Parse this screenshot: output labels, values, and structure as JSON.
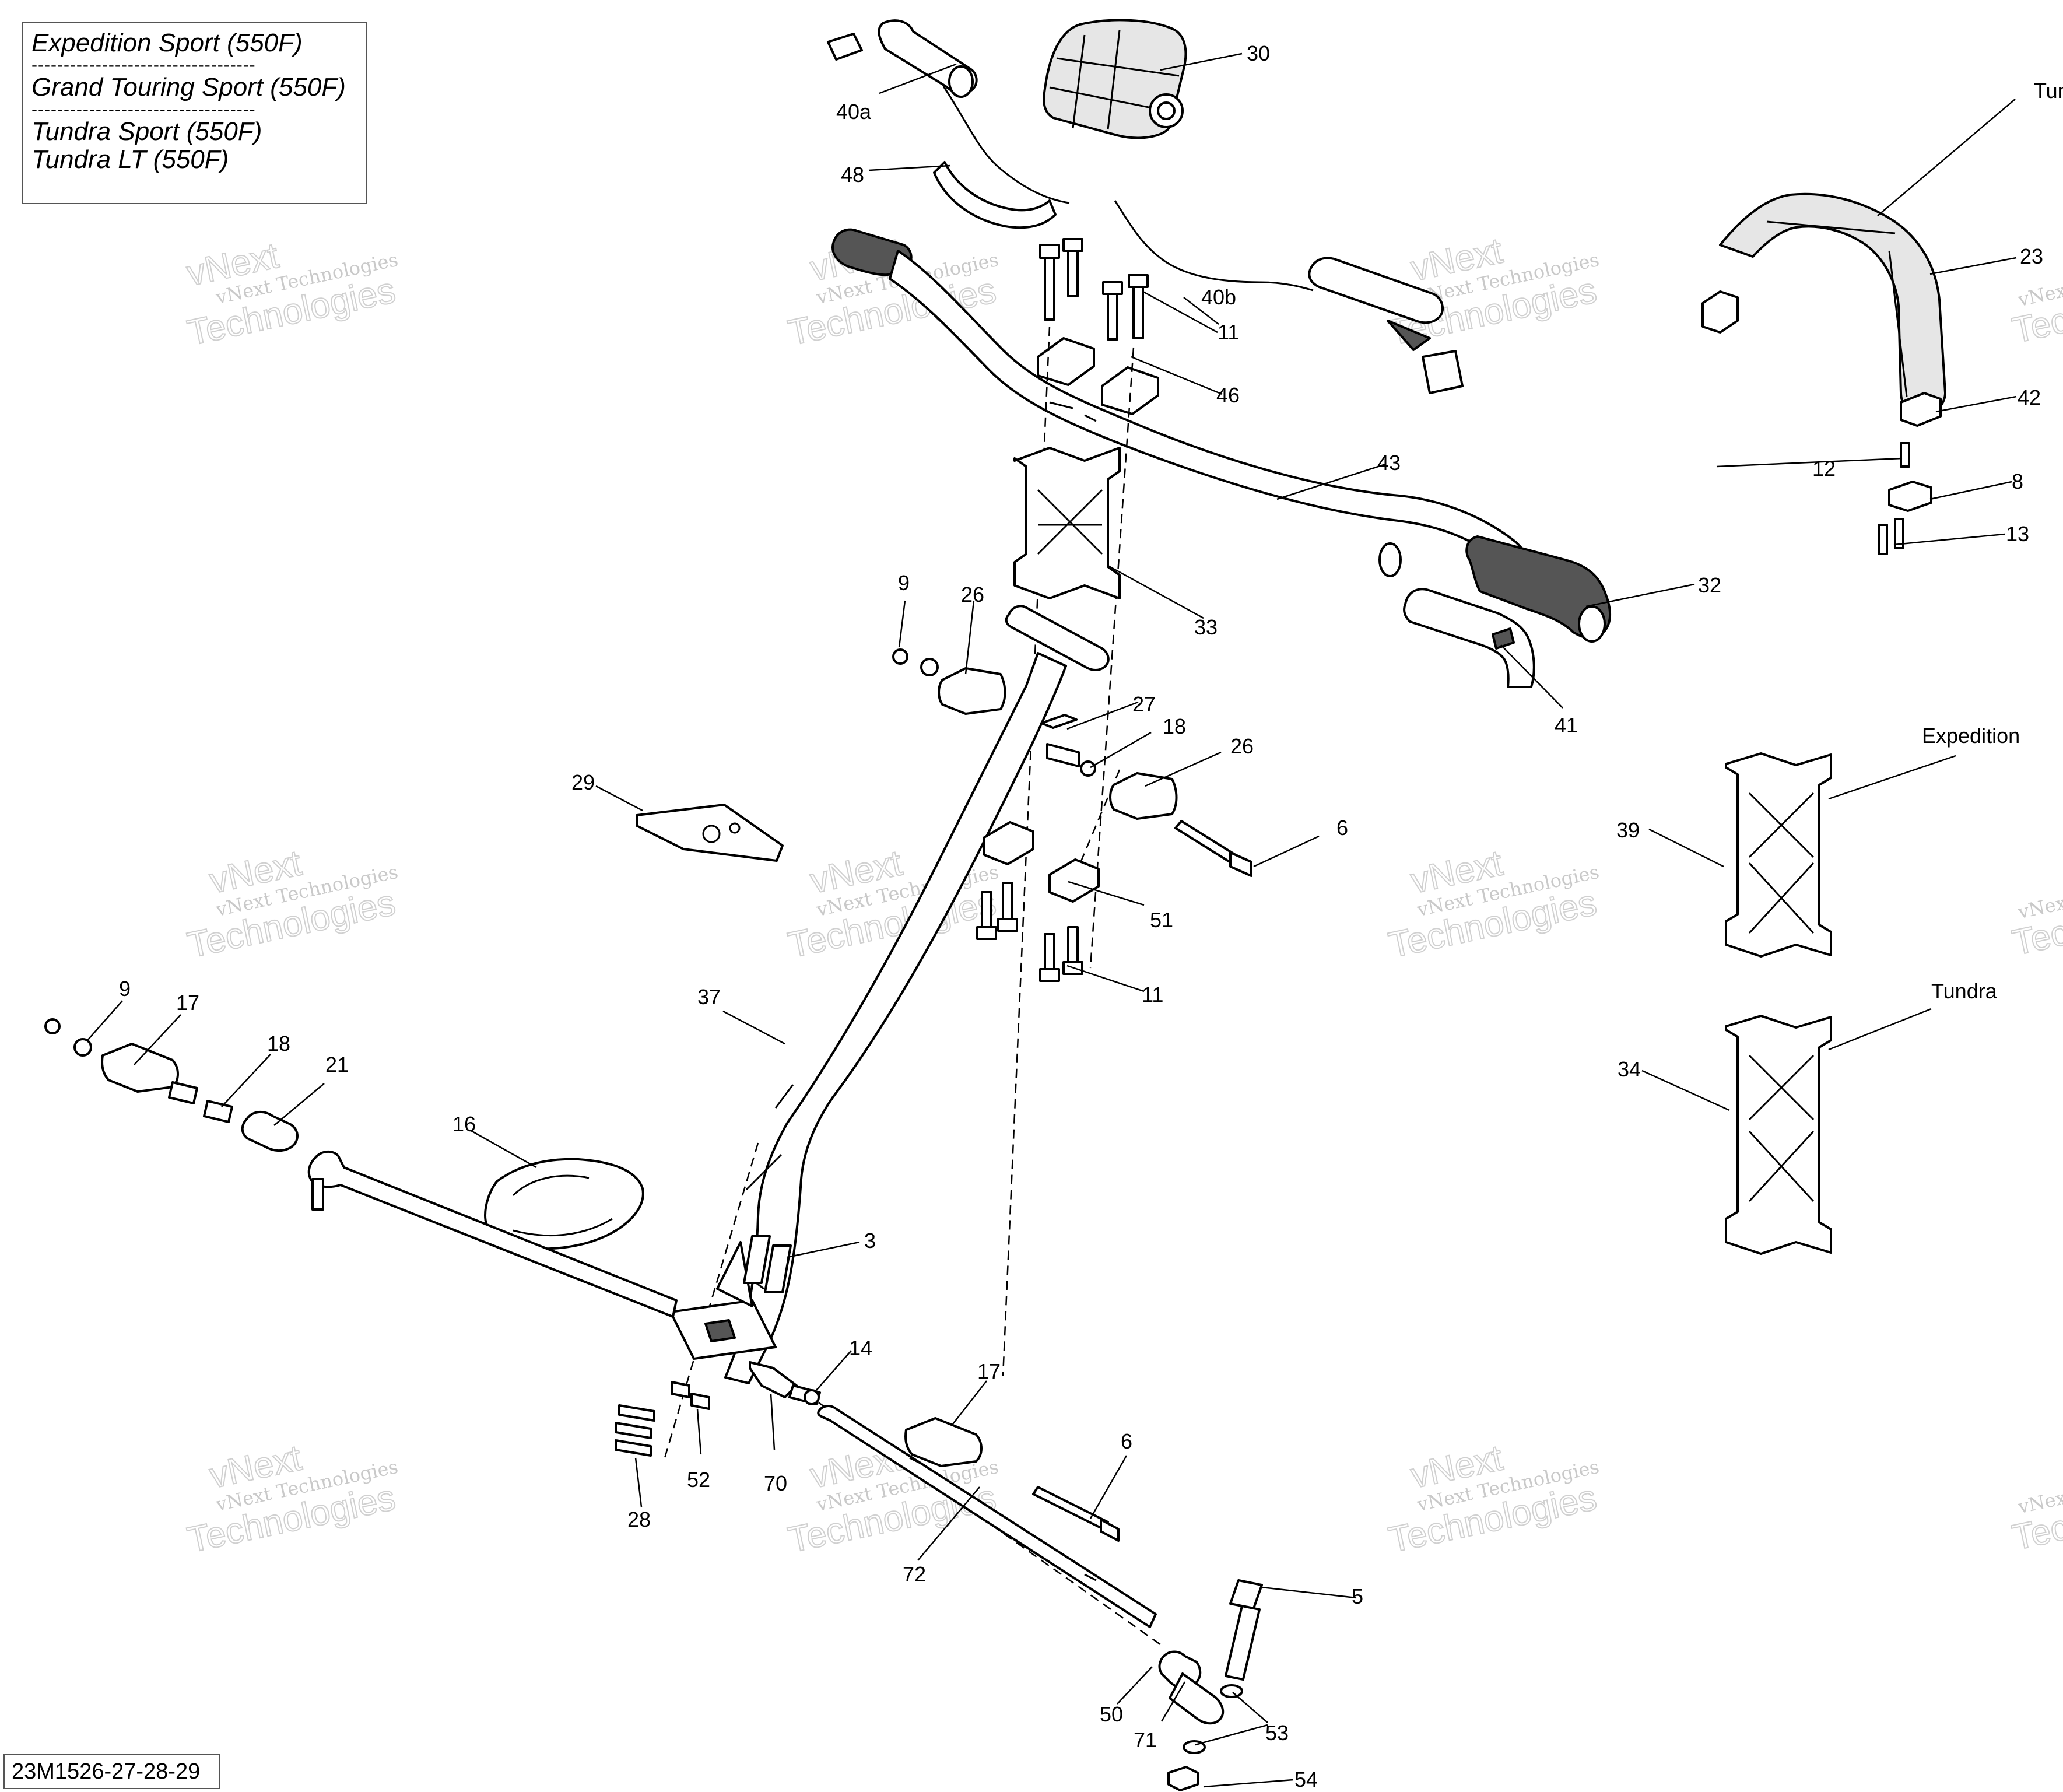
{
  "models": [
    "Expedition Sport (550F)",
    "Grand Touring Sport (550F)",
    "Tundra Sport (550F)",
    "Tundra LT (550F)"
  ],
  "separator": "-----------------------------------",
  "document_id": "23M1526-27-28-29",
  "watermark": {
    "line1": "vNext Technologies",
    "line2": "vNext",
    "line3": "Technologies"
  },
  "variant_labels": {
    "tundra_top": "Tundra",
    "expedition": "Expedition",
    "tundra_bottom": "Tundra"
  },
  "callouts": {
    "c40a": "40a",
    "c30": "30",
    "c48": "48",
    "c40b": "40b",
    "c11a": "11",
    "c46": "46",
    "c43": "43",
    "c23": "23",
    "c42": "42",
    "c12": "12",
    "c8": "8",
    "c13": "13",
    "c32": "32",
    "c41": "41",
    "c33": "33",
    "c9a": "9",
    "c26a": "26",
    "c27": "27",
    "c18a": "18",
    "c26b": "26",
    "c6a": "6",
    "c29": "29",
    "c51": "51",
    "c11b": "11",
    "c39": "39",
    "c34": "34",
    "c37": "37",
    "c9b": "9",
    "c17a": "17",
    "c18b": "18",
    "c21": "21",
    "c16": "16",
    "c3": "3",
    "c14": "14",
    "c17b": "17",
    "c6b": "6",
    "c28": "28",
    "c52": "52",
    "c70": "70",
    "c72": "72",
    "c5": "5",
    "c50": "50",
    "c53": "53",
    "c71": "71",
    "c54": "54"
  }
}
